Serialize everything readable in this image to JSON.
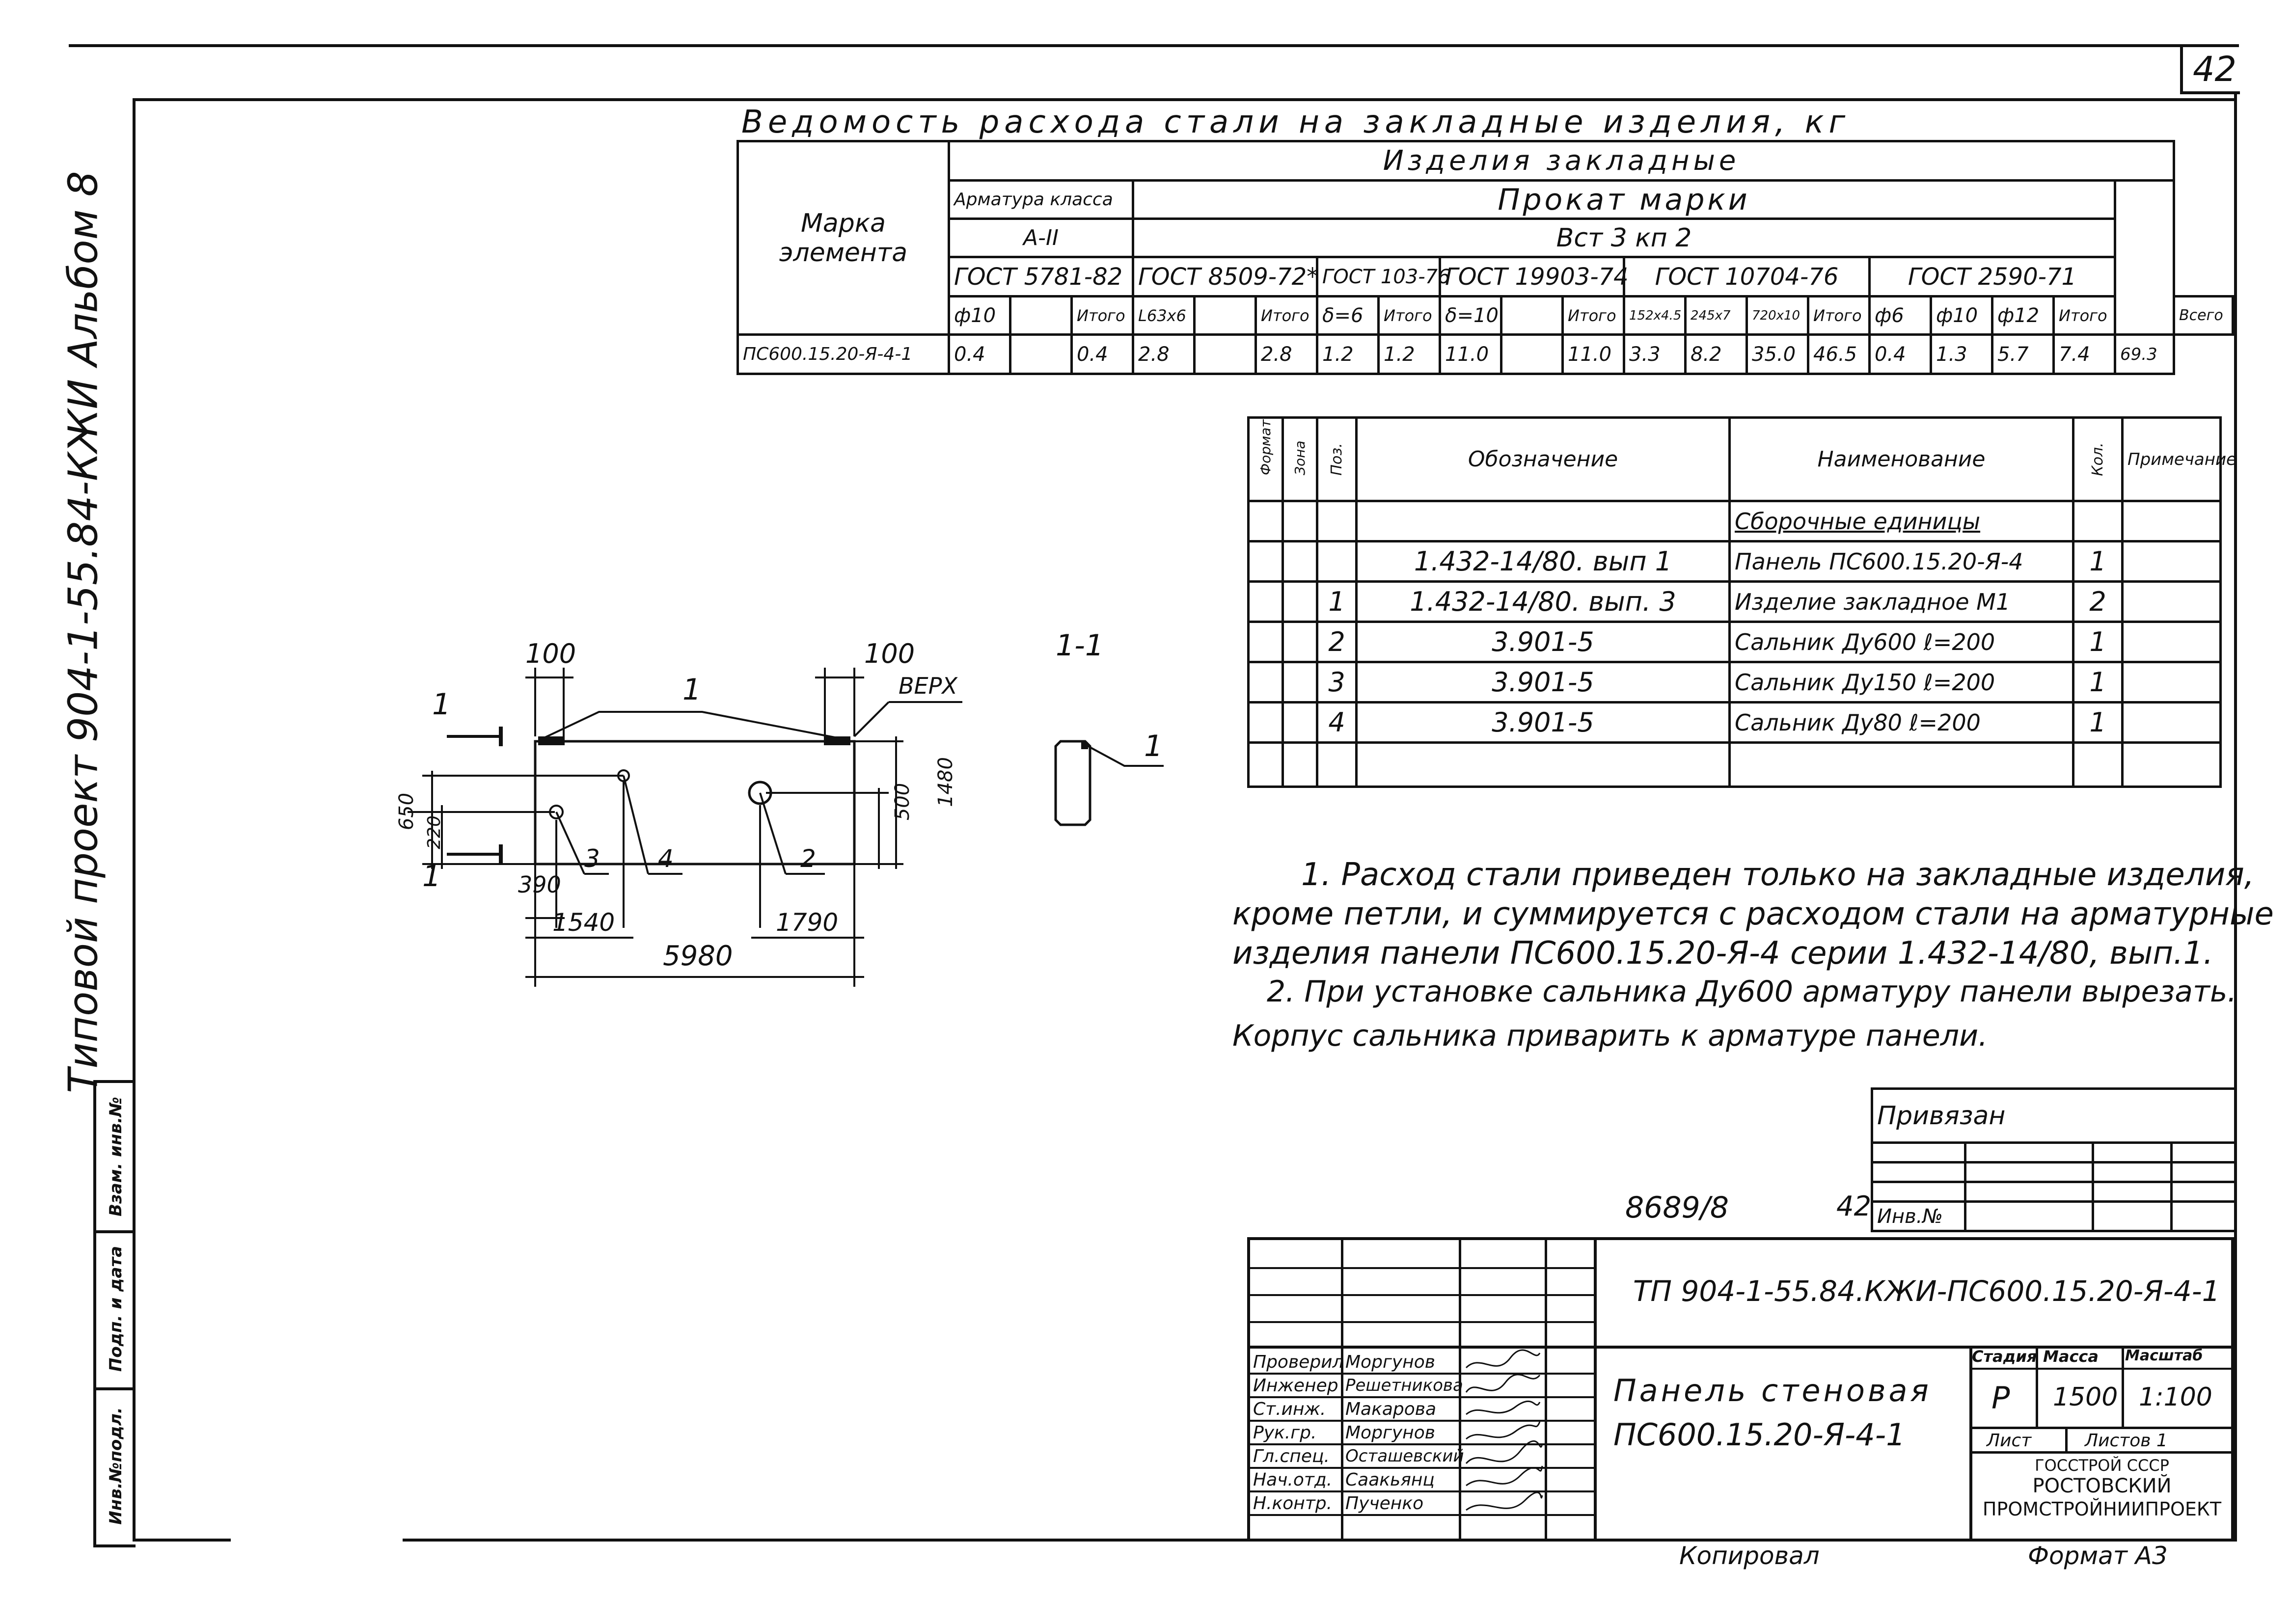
{
  "sheet_number": "42",
  "side_title": "Типовой проект 904-1-55.84-КЖИ Альбом 8",
  "side_stamps": [
    "Инв.№подл.",
    "Подп. и дата",
    "Взам. инв.№"
  ],
  "steel": {
    "title": "Ведомость расхода стали на закладные изделия, кг",
    "col_mark": "Марка элемента",
    "header_group": "Изделия закладные",
    "armatura_label": "Арматура класса",
    "armatura_class": "A-II",
    "prokat_label": "Прокат марки",
    "prokat_steel": "Вст 3 кп 2",
    "gosts": [
      "ГОСТ 5781-82",
      "ГОСТ 8509-72*",
      "ГОСТ 103-76",
      "ГОСТ 19903-74",
      "ГОСТ 10704-76",
      "ГОСТ 2590-71"
    ],
    "subheads": [
      "ф10",
      "",
      "Итого",
      "L63x6",
      "",
      "Итого",
      "δ=6",
      "Итого",
      "δ=10",
      "",
      "Итого",
      "152x4.5",
      "245x7",
      "720x10",
      "Итого",
      "ф6",
      "ф10",
      "ф12",
      "Итого",
      "Всего"
    ],
    "row_mark": "ПС600.15.20-Я-4-1",
    "row": [
      "0.4",
      "",
      "0.4",
      "2.8",
      "",
      "2.8",
      "1.2",
      "1.2",
      "11.0",
      "",
      "11.0",
      "3.3",
      "8.2",
      "35.0",
      "46.5",
      "0.4",
      "1.3",
      "5.7",
      "7.4",
      "69.3"
    ]
  },
  "spec": {
    "headers": [
      "Формат",
      "Зона",
      "Поз.",
      "Обозначение",
      "Наименование",
      "Кол.",
      "Примечание"
    ],
    "rows": [
      {
        "pos": "",
        "designation": "",
        "name": "Сборочные единицы",
        "qty": ""
      },
      {
        "pos": "",
        "designation": "1.432-14/80. вып 1",
        "name": "Панель ПС600.15.20-Я-4",
        "qty": "1"
      },
      {
        "pos": "1",
        "designation": "1.432-14/80. вып. 3",
        "name": "Изделие закладное М1",
        "qty": "2"
      },
      {
        "pos": "2",
        "designation": "3.901-5",
        "name": "Сальник Ду600 ℓ=200",
        "qty": "1"
      },
      {
        "pos": "3",
        "designation": "3.901-5",
        "name": "Сальник Ду150 ℓ=200",
        "qty": "1"
      },
      {
        "pos": "4",
        "designation": "3.901-5",
        "name": "Сальник Ду80 ℓ=200",
        "qty": "1"
      },
      {
        "pos": "",
        "designation": "",
        "name": "",
        "qty": ""
      }
    ]
  },
  "drawing": {
    "dim_100_left": "100",
    "dim_100_right": "100",
    "label_top": "ВЕРХ",
    "pos_1": "1",
    "pos_2": "2",
    "pos_3": "3",
    "pos_4": "4",
    "dim_650": "650",
    "dim_220": "220",
    "dim_500": "500",
    "dim_1480": "1480",
    "dim_390": "390",
    "dim_1540": "1540",
    "dim_1790": "1790",
    "dim_5980": "5980",
    "section_mark": "1",
    "section_title": "1-1",
    "section_pos": "1"
  },
  "notes": [
    "1. Расход стали приведен только на закладные изделия,",
    "кроме петли, и суммируется с расходом стали на арматурные",
    "изделия панели ПС600.15.20-Я-4 серии 1.432-14/80, вып.1.",
    "2. При установке сальника Ду600 арматуру панели вырезать.",
    "Корпус сальника приварить к арматуре панели."
  ],
  "privyazan": "Привязан",
  "inv_no_label": "Инв.№",
  "archive_no": "8689/8",
  "archive_sheet": "42",
  "title_block": {
    "code": "ТП 904-1-55.84.КЖИ-ПС600.15.20-Я-4-1",
    "name_line1": "Панель стеновая",
    "name_line2": "ПС600.15.20-Я-4-1",
    "stage_label": "Стадия",
    "mass_label": "Масса",
    "scale_label": "Масштаб",
    "stage": "Р",
    "mass": "1500",
    "scale": "1:100",
    "sheet_label": "Лист",
    "sheets_label": "Листов 1",
    "org_line1": "ГОССТРОЙ СССР",
    "org_line2": "РОСТОВСКИЙ",
    "org_line3": "ПРОМСТРОЙНИИПРОЕКТ",
    "staff": [
      {
        "role": "Проверил",
        "name": "Моргунов"
      },
      {
        "role": "Инженер",
        "name": "Решетникова"
      },
      {
        "role": "Ст.инж.",
        "name": "Макарова"
      },
      {
        "role": "Рук.гр.",
        "name": "Моргунов"
      },
      {
        "role": "Гл.спец.",
        "name": "Осташевский"
      },
      {
        "role": "Нач.отд.",
        "name": "Саакьянц"
      },
      {
        "role": "Н.контр.",
        "name": "Пученко"
      }
    ]
  },
  "copied": "Копировал",
  "format": "Формат А3"
}
